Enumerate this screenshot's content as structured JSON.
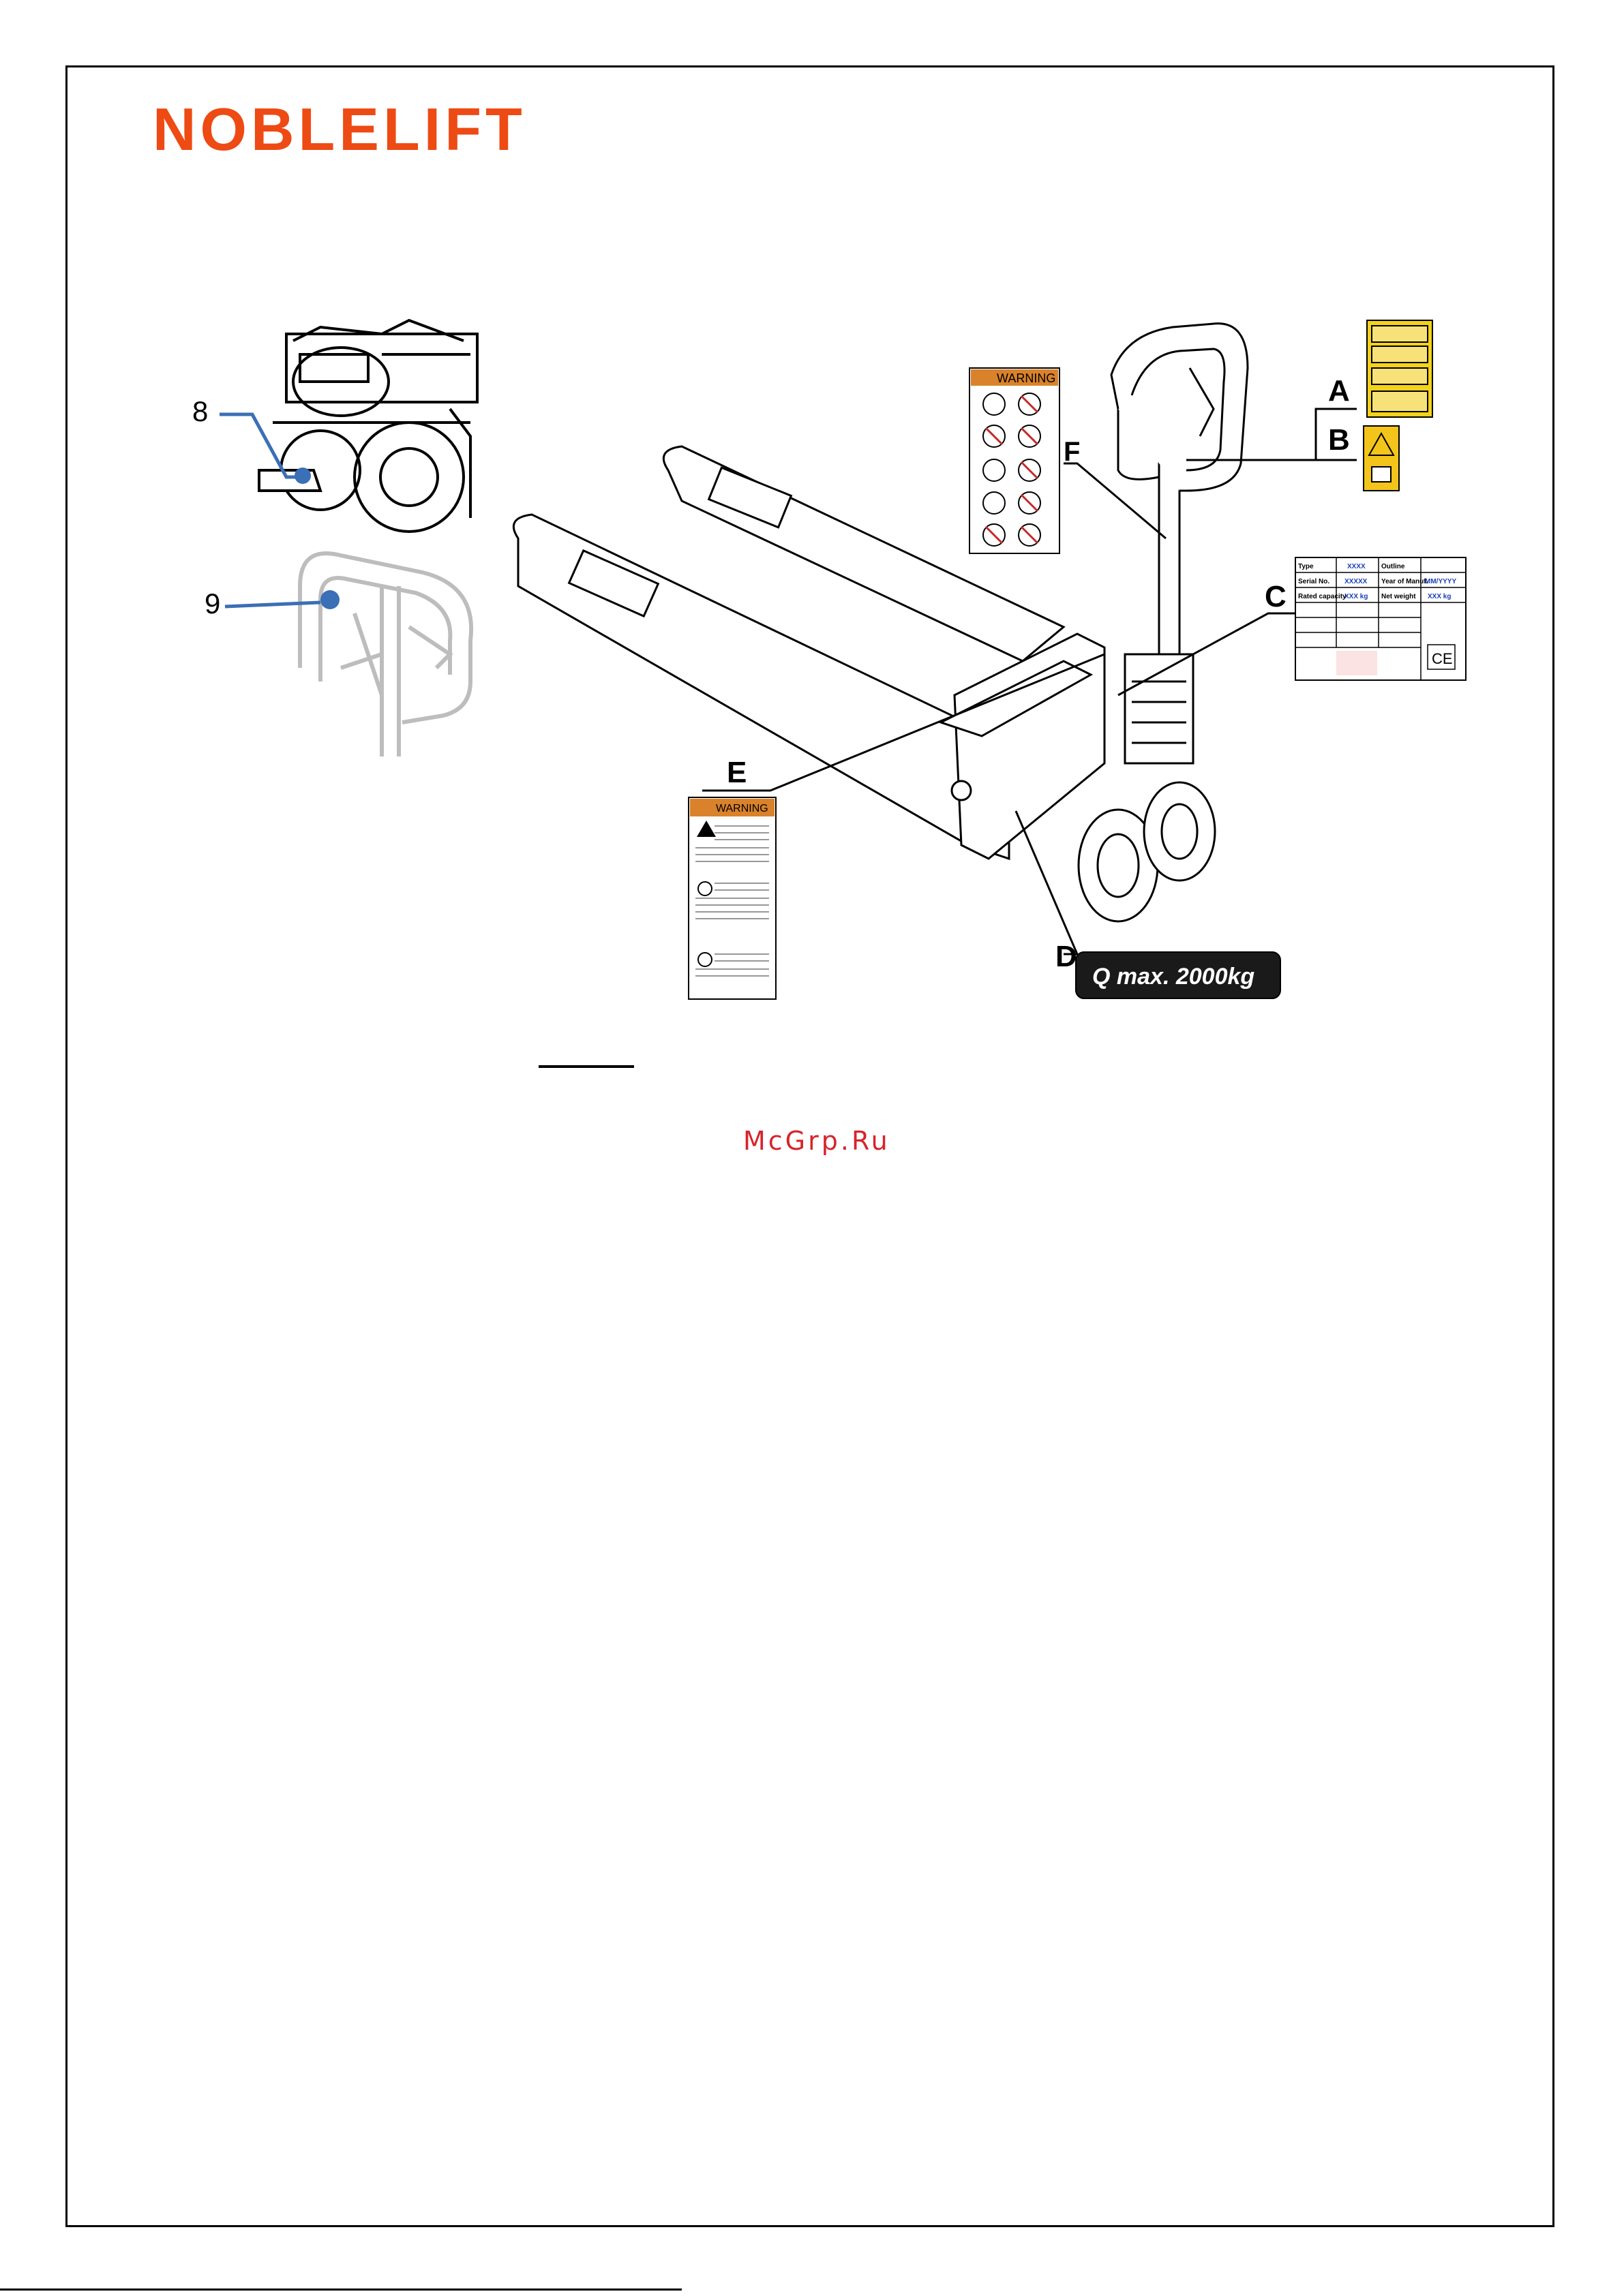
{
  "brand": {
    "name": "NOBLELIFT",
    "color": "#ee4a14"
  },
  "callouts": {
    "num_8": "8",
    "num_9": "9",
    "label_A": "A",
    "label_B": "B",
    "label_C": "C",
    "label_D": "D",
    "label_E": "E",
    "label_F": "F"
  },
  "labels": {
    "warning_title": "WARNING",
    "capacity_plate": "Q max. 2000kg",
    "nameplate_rows": [
      [
        "Type",
        "XXXX",
        "Outline",
        ""
      ],
      [
        "Serial No.",
        "XXXXX",
        "Year of Manuf.",
        "MM/YYYY"
      ],
      [
        "Rated capacity",
        "XXX kg",
        "Net weight",
        "XXX kg"
      ]
    ],
    "ce_mark": "CE"
  },
  "watermark": "McGrp.Ru"
}
